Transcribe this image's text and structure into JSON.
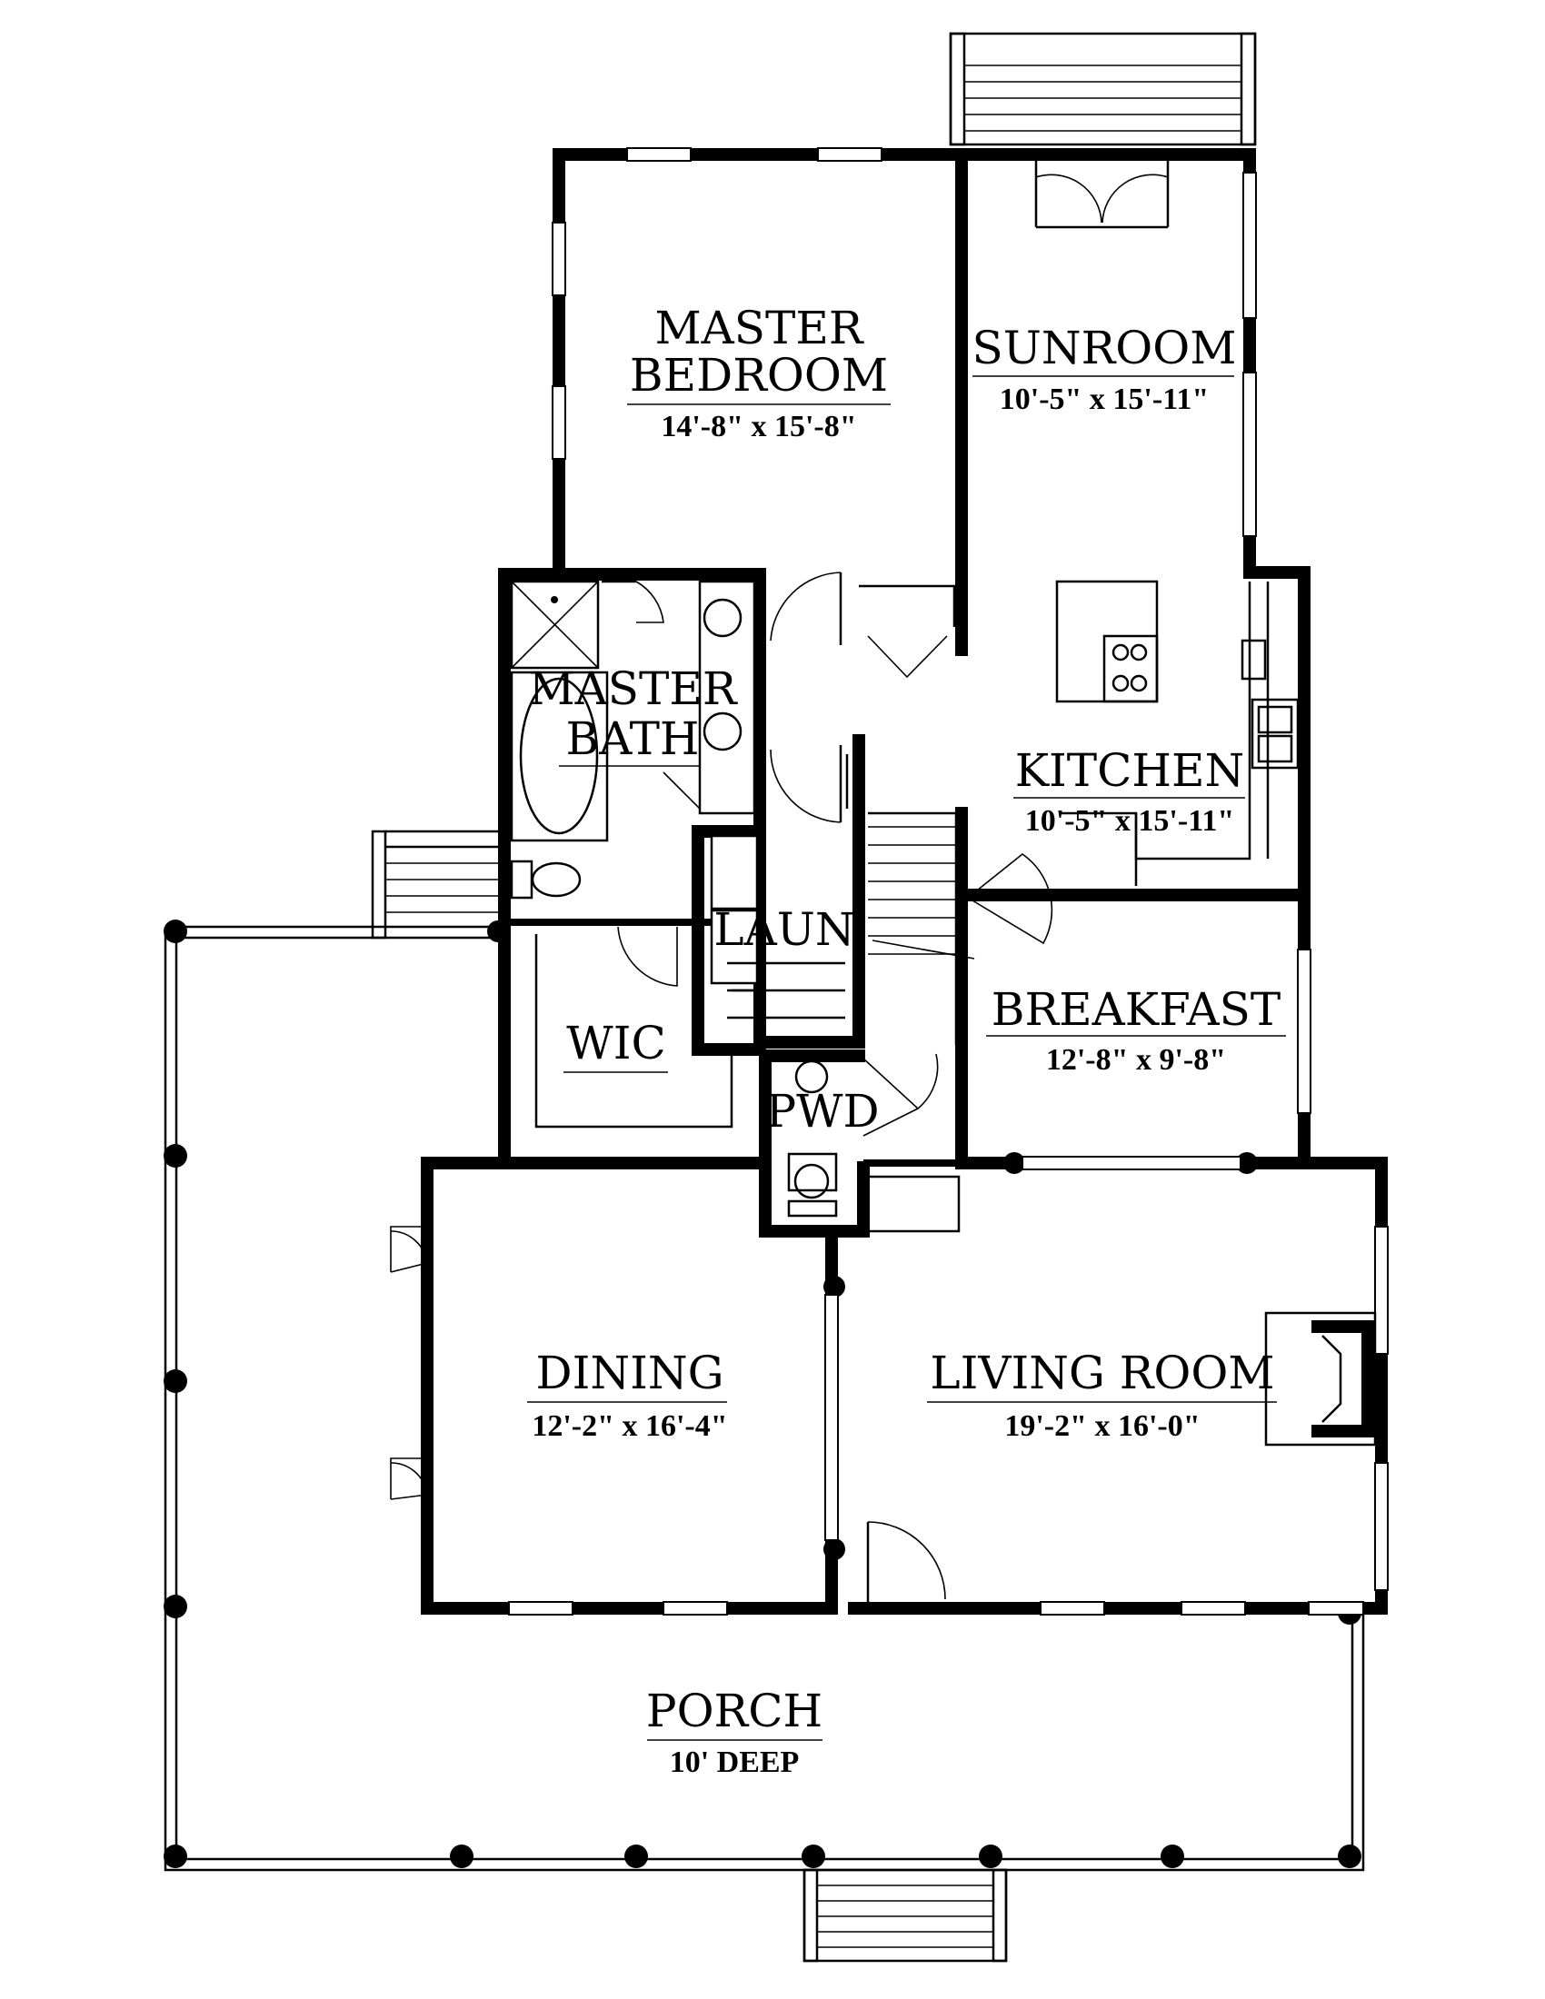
{
  "rooms": {
    "master_bedroom": {
      "name_line1": "MASTER",
      "name_line2": "BEDROOM",
      "dim": "14'-8\" x 15'-8\""
    },
    "sunroom": {
      "name": "SUNROOM",
      "dim": "10'-5\" x 15'-11\""
    },
    "master_bath": {
      "name_line1": "MASTER",
      "name_line2": "BATH"
    },
    "kitchen": {
      "name": "KITCHEN",
      "dim": "10'-5\" x 15'-11\""
    },
    "laundry": {
      "name": "LAUN"
    },
    "breakfast": {
      "name": "BREAKFAST",
      "dim": "12'-8\" x 9'-8\""
    },
    "wic": {
      "name": "WIC"
    },
    "powder": {
      "name": "PWD"
    },
    "dining": {
      "name": "DINING",
      "dim": "12'-2\" x 16'-4\""
    },
    "living_room": {
      "name": "LIVING ROOM",
      "dim": "19'-2\" x 16'-0\""
    },
    "porch": {
      "name": "PORCH",
      "dim": "10' DEEP"
    }
  }
}
